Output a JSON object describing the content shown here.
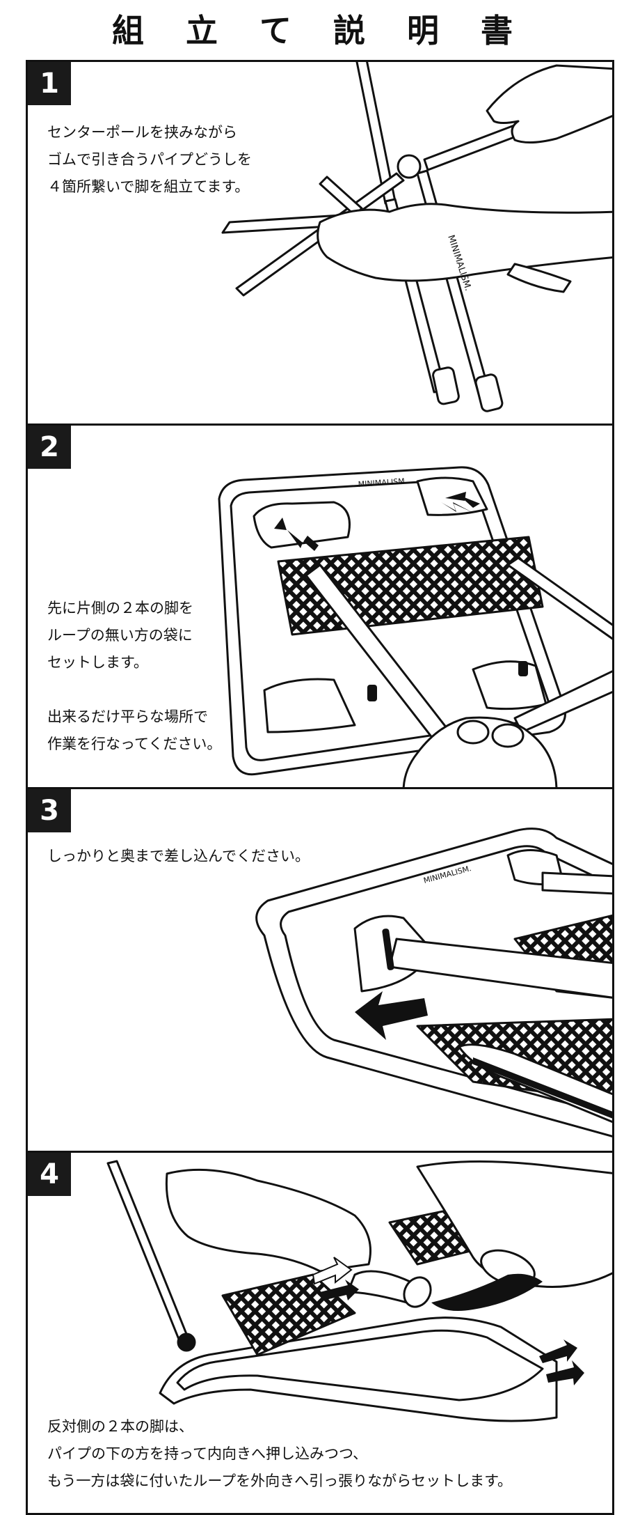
{
  "title": "組 立 て 説 明 書",
  "brand": "MINIMALISM.",
  "steps": [
    {
      "number": "1",
      "lines": [
        "センターポールを挟みながら",
        "ゴムで引き合うパイプどうしを",
        "４箇所繋いで脚を組立てます。"
      ]
    },
    {
      "number": "2",
      "lines": [
        "先に片側の２本の脚を",
        "ループの無い方の袋に",
        "セットします。"
      ],
      "lines2": [
        "出来るだけ平らな場所で",
        "作業を行なってください。"
      ]
    },
    {
      "number": "3",
      "lines": [
        "しっかりと奥まで差し込んでください。"
      ]
    },
    {
      "number": "4",
      "lines": [
        "反対側の２本の脚は、",
        "パイプの下の方を持って内向きへ押し込みつつ、",
        "もう一方は袋に付いたループを外向きへ引っ張りながらセットします。"
      ]
    }
  ]
}
